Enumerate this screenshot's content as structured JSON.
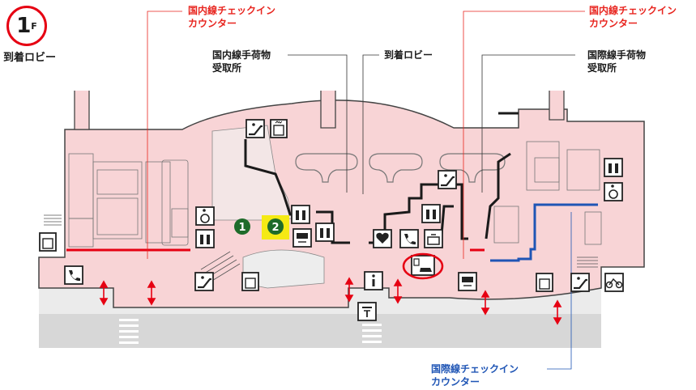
{
  "floor": {
    "number": "1",
    "suffix": "F",
    "area_label": "到着ロビー"
  },
  "labels": {
    "domestic_checkin_left_1": "国内線チェックイン",
    "domestic_checkin_left_2": "カウンター",
    "domestic_checkin_right_1": "国内線チェックイン",
    "domestic_checkin_right_2": "カウンター",
    "domestic_baggage_1": "国内線手荷物",
    "domestic_baggage_2": "受取所",
    "arrival_lobby": "到着ロビー",
    "intl_baggage_1": "国際線手荷物",
    "intl_baggage_2": "受取所",
    "intl_checkin_1": "国際線チェックイン",
    "intl_checkin_2": "カウンター"
  },
  "gates": {
    "gate1": "1",
    "gate2": "2"
  },
  "colors": {
    "building": "#f8d4d6",
    "road": "#dcdcdc",
    "wall": "#222222",
    "domestic_counter": "#e60012",
    "intl_counter": "#1f55b5",
    "gate_green": "#1e6b2a",
    "gate_highlight": "#f5ea14",
    "highlight_circle": "#e60012"
  }
}
